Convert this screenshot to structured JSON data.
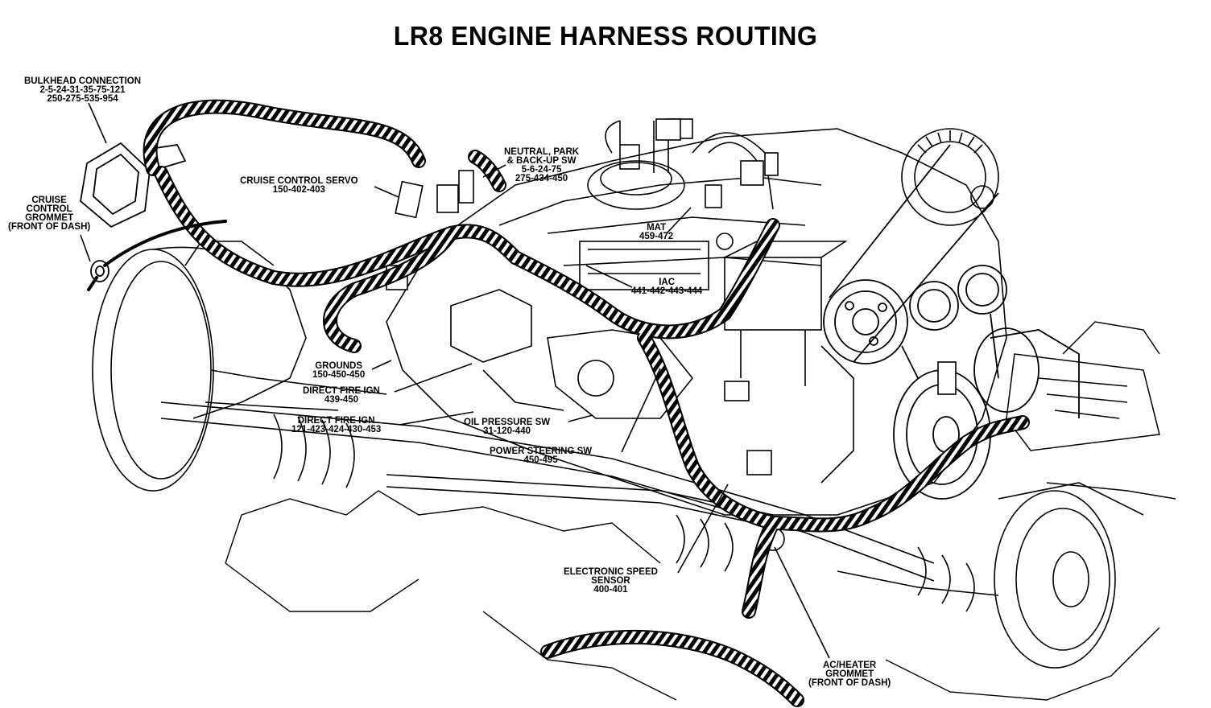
{
  "title": "LR8 ENGINE HARNESS ROUTING",
  "callouts": {
    "bulkhead": {
      "title": "BULKHEAD CONNECTION",
      "lines": [
        "2-5-24-31-35-75-121",
        "250-275-535-954"
      ]
    },
    "cruise_grommet": {
      "title": "CRUISE",
      "lines": [
        "CONTROL",
        "GROMMET",
        "(FRONT OF DASH)"
      ]
    },
    "cruise_servo": {
      "title": "CRUISE CONTROL SERVO",
      "lines": [
        "150-402-403"
      ]
    },
    "neutral_park": {
      "title": "NEUTRAL, PARK",
      "lines": [
        "& BACK-UP SW",
        "5-6-24-75",
        "275-434-450"
      ]
    },
    "mat": {
      "title": "MAT",
      "lines": [
        "459-472"
      ]
    },
    "iac": {
      "title": "IAC",
      "lines": [
        "441-442-443-444"
      ]
    },
    "grounds": {
      "title": "GROUNDS",
      "lines": [
        "150-450-450"
      ]
    },
    "direct_fire_1": {
      "title": "DIRECT FIRE IGN",
      "lines": [
        "439-450"
      ]
    },
    "direct_fire_2": {
      "title": "DIRECT FIRE IGN",
      "lines": [
        "121-423-424-430-453"
      ]
    },
    "oil_pressure": {
      "title": "OIL PRESSURE SW",
      "lines": [
        "31-120-440"
      ]
    },
    "power_steering": {
      "title": "POWER STEERING SW",
      "lines": [
        "450-495"
      ]
    },
    "speed_sensor": {
      "title": "ELECTRONIC SPEED",
      "lines": [
        "SENSOR",
        "400-401"
      ]
    },
    "ac_heater": {
      "title": "AC/HEATER",
      "lines": [
        "GROMMET",
        "(FRONT OF DASH)"
      ]
    }
  }
}
